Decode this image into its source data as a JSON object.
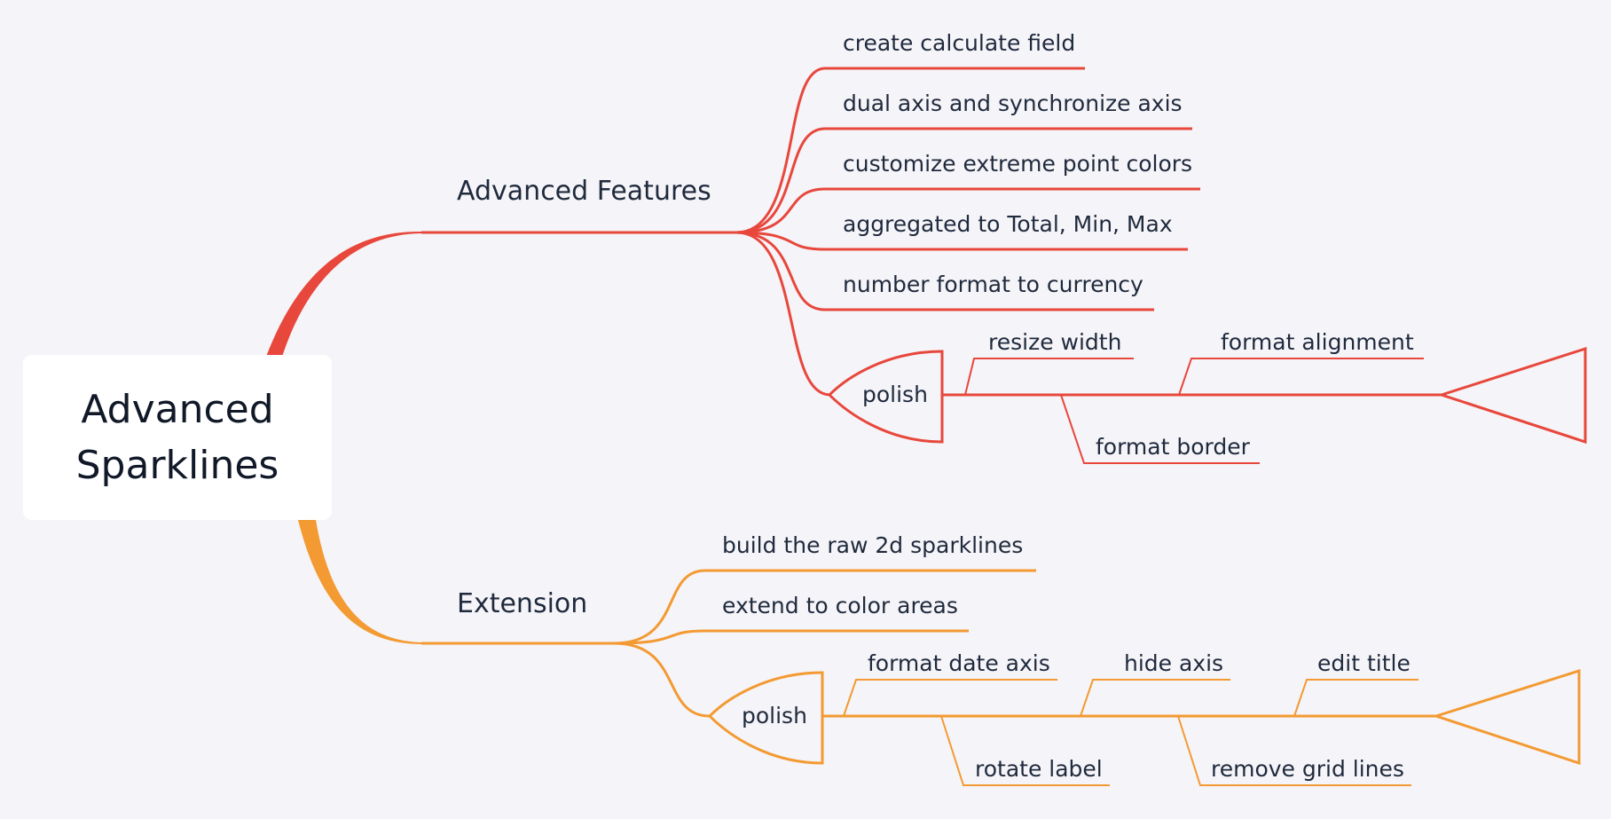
{
  "root": {
    "title_line1": "Advanced",
    "title_line2": "Sparklines"
  },
  "colors": {
    "red": "#e8473c",
    "orange": "#f39a32",
    "background": "#f5f4f8"
  },
  "branches": [
    {
      "label": "Advanced Features",
      "color": "#e8473c",
      "items": [
        "create calculate field",
        "dual axis and synchronize axis",
        "customize extreme point colors",
        "aggregated to Total, Min, Max",
        "number format to currency"
      ],
      "polish": {
        "label": "polish",
        "top": [
          "resize width",
          "format alignment"
        ],
        "bottom": [
          "format border"
        ]
      }
    },
    {
      "label": "Extension",
      "color": "#f39a32",
      "items": [
        "build the raw 2d sparklines",
        "extend to color areas"
      ],
      "polish": {
        "label": "polish",
        "top": [
          "format date axis",
          "hide axis",
          "edit title"
        ],
        "bottom": [
          "rotate label",
          "remove grid lines"
        ]
      }
    }
  ]
}
